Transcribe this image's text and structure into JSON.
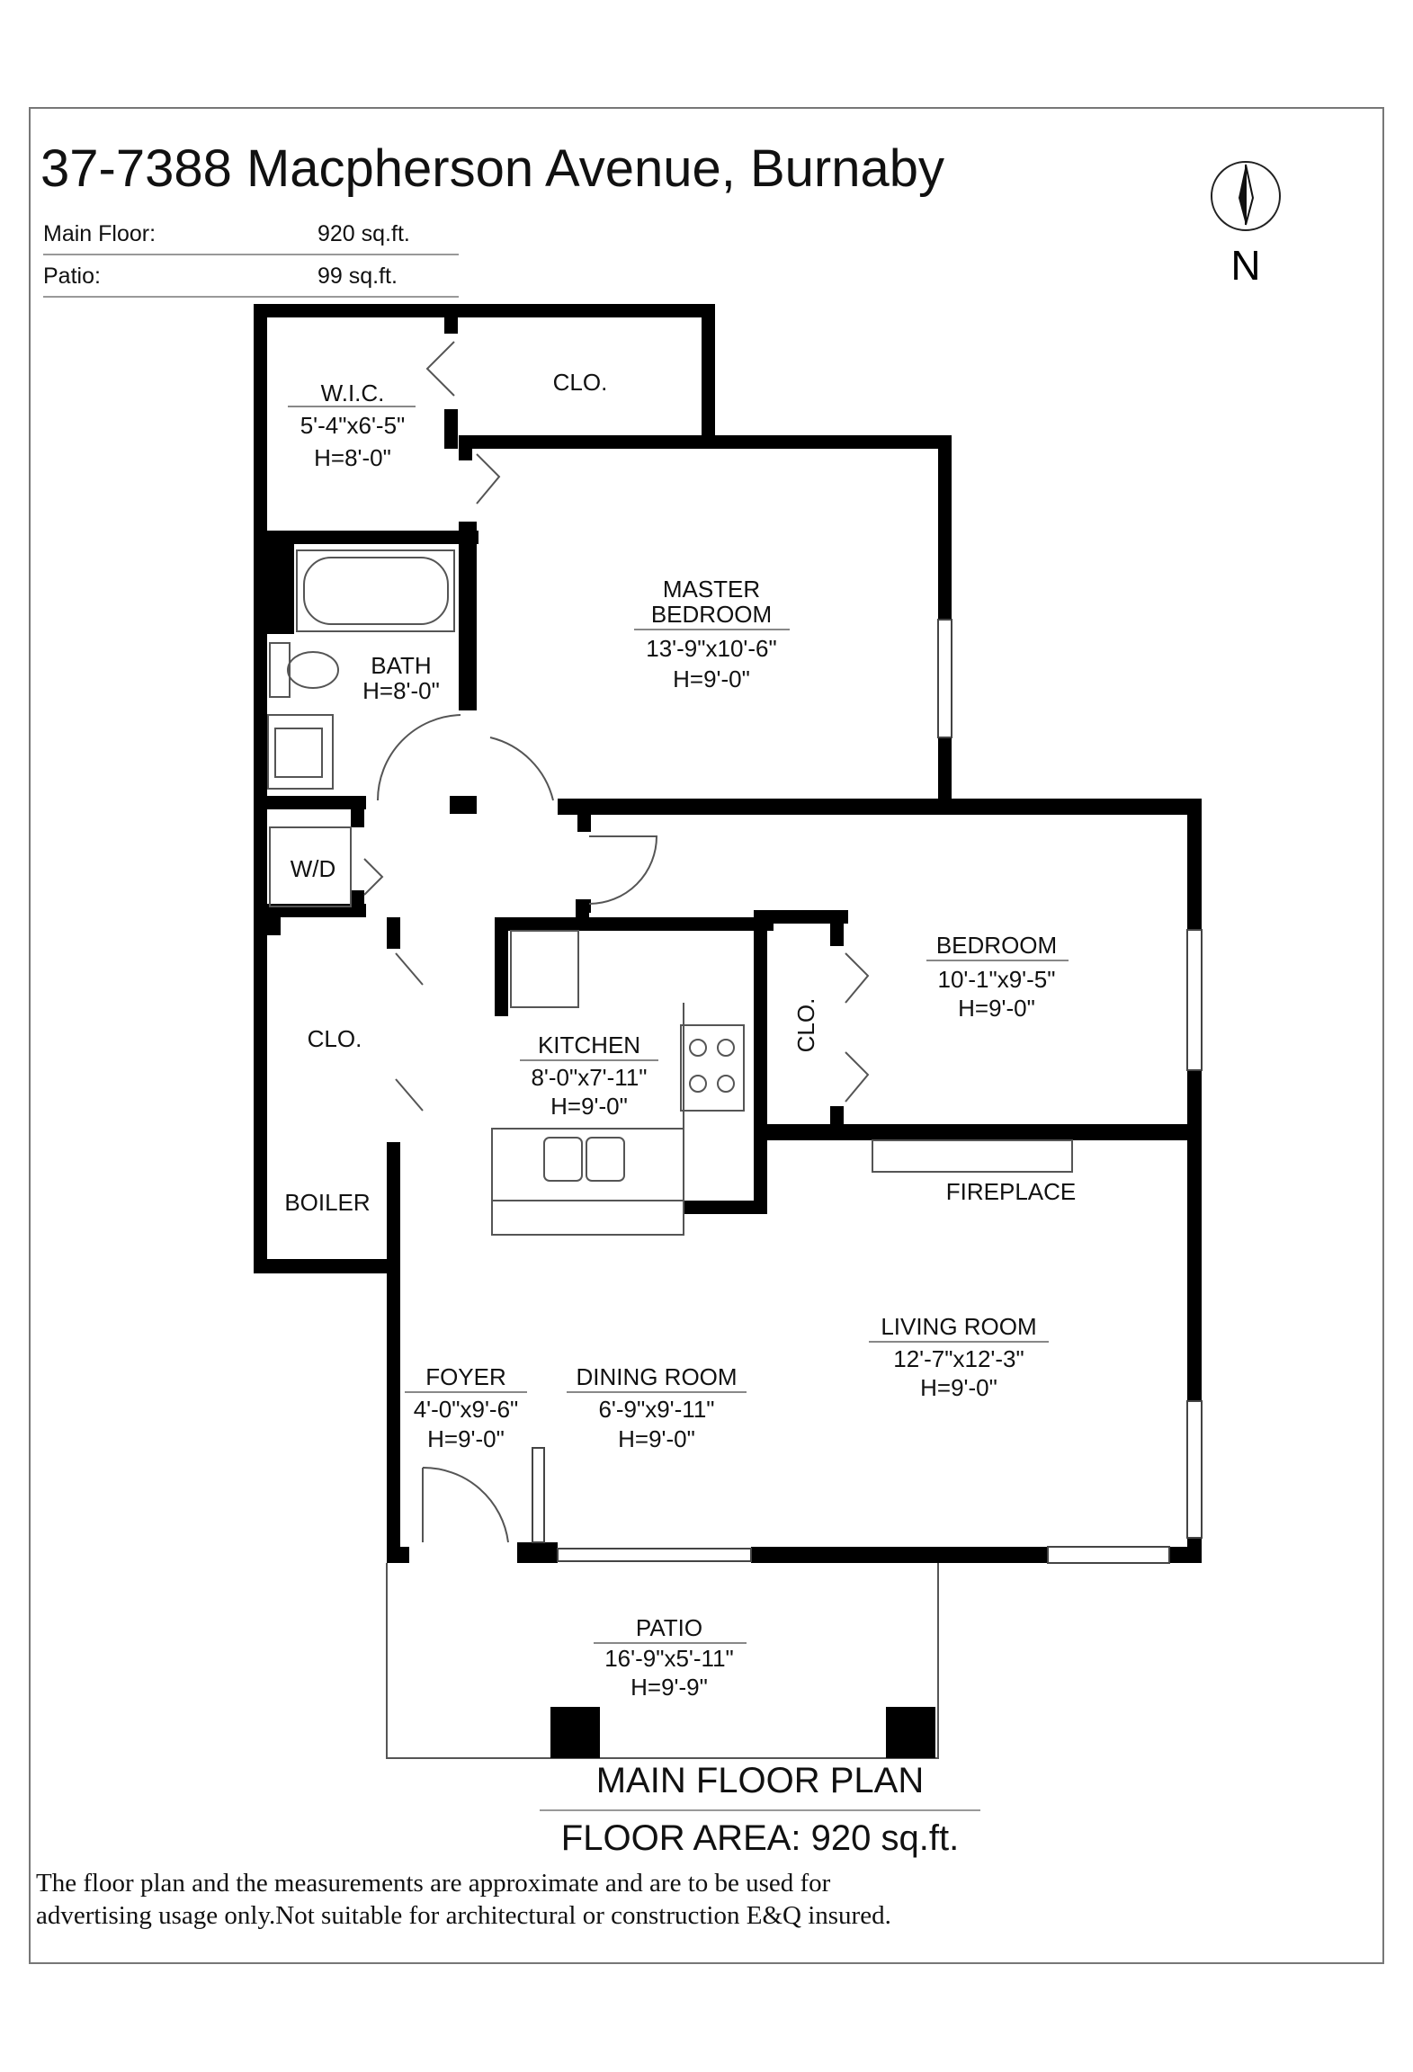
{
  "header": {
    "address": "37-7388 Macpherson Avenue, Burnaby",
    "areas": [
      {
        "label": "Main Floor:",
        "value": "920 sq.ft."
      },
      {
        "label": "Patio:",
        "value": "99 sq.ft."
      }
    ],
    "compass_label": "N"
  },
  "rooms": {
    "wic": {
      "name": "W.I.C.",
      "dims": "5'-4\"x6'-5\"",
      "height": "H=8'-0\""
    },
    "clo_top": {
      "name": "CLO."
    },
    "master": {
      "name_line1": "MASTER",
      "name_line2": "BEDROOM",
      "dims": "13'-9\"x10'-6\"",
      "height": "H=9'-0\""
    },
    "bath": {
      "name": "BATH",
      "height": "H=8'-0\""
    },
    "wd": {
      "name": "W/D"
    },
    "bedroom": {
      "name": "BEDROOM",
      "dims": "10'-1\"x9'-5\"",
      "height": "H=9'-0\""
    },
    "clo_bed": {
      "name": "CLO."
    },
    "kitchen": {
      "name": "KITCHEN",
      "dims": "8'-0\"x7'-11\"",
      "height": "H=9'-0\""
    },
    "clo_left": {
      "name": "CLO."
    },
    "boiler": {
      "name": "BOILER"
    },
    "fireplace": {
      "name": "FIREPLACE"
    },
    "living": {
      "name": "LIVING ROOM",
      "dims": "12'-7\"x12'-3\"",
      "height": "H=9'-0\""
    },
    "foyer": {
      "name": "FOYER",
      "dims": "4'-0\"x9'-6\"",
      "height": "H=9'-0\""
    },
    "dining": {
      "name": "DINING ROOM",
      "dims": "6'-9\"x9'-11\"",
      "height": "H=9'-0\""
    },
    "patio": {
      "name": "PATIO",
      "dims": "16'-9\"x5'-11\"",
      "height": "H=9'-9\""
    }
  },
  "footer": {
    "plan_title": "MAIN FLOOR PLAN",
    "floor_area": "FLOOR AREA: 920 sq.ft.",
    "disclaimer_line1": "The floor plan and the measurements are approximate and are to be used for",
    "disclaimer_line2": "advertising usage only.Not suitable for architectural or construction E&Q insured."
  },
  "colors": {
    "wall": "#000000",
    "line": "#555555",
    "frame": "#777777"
  }
}
